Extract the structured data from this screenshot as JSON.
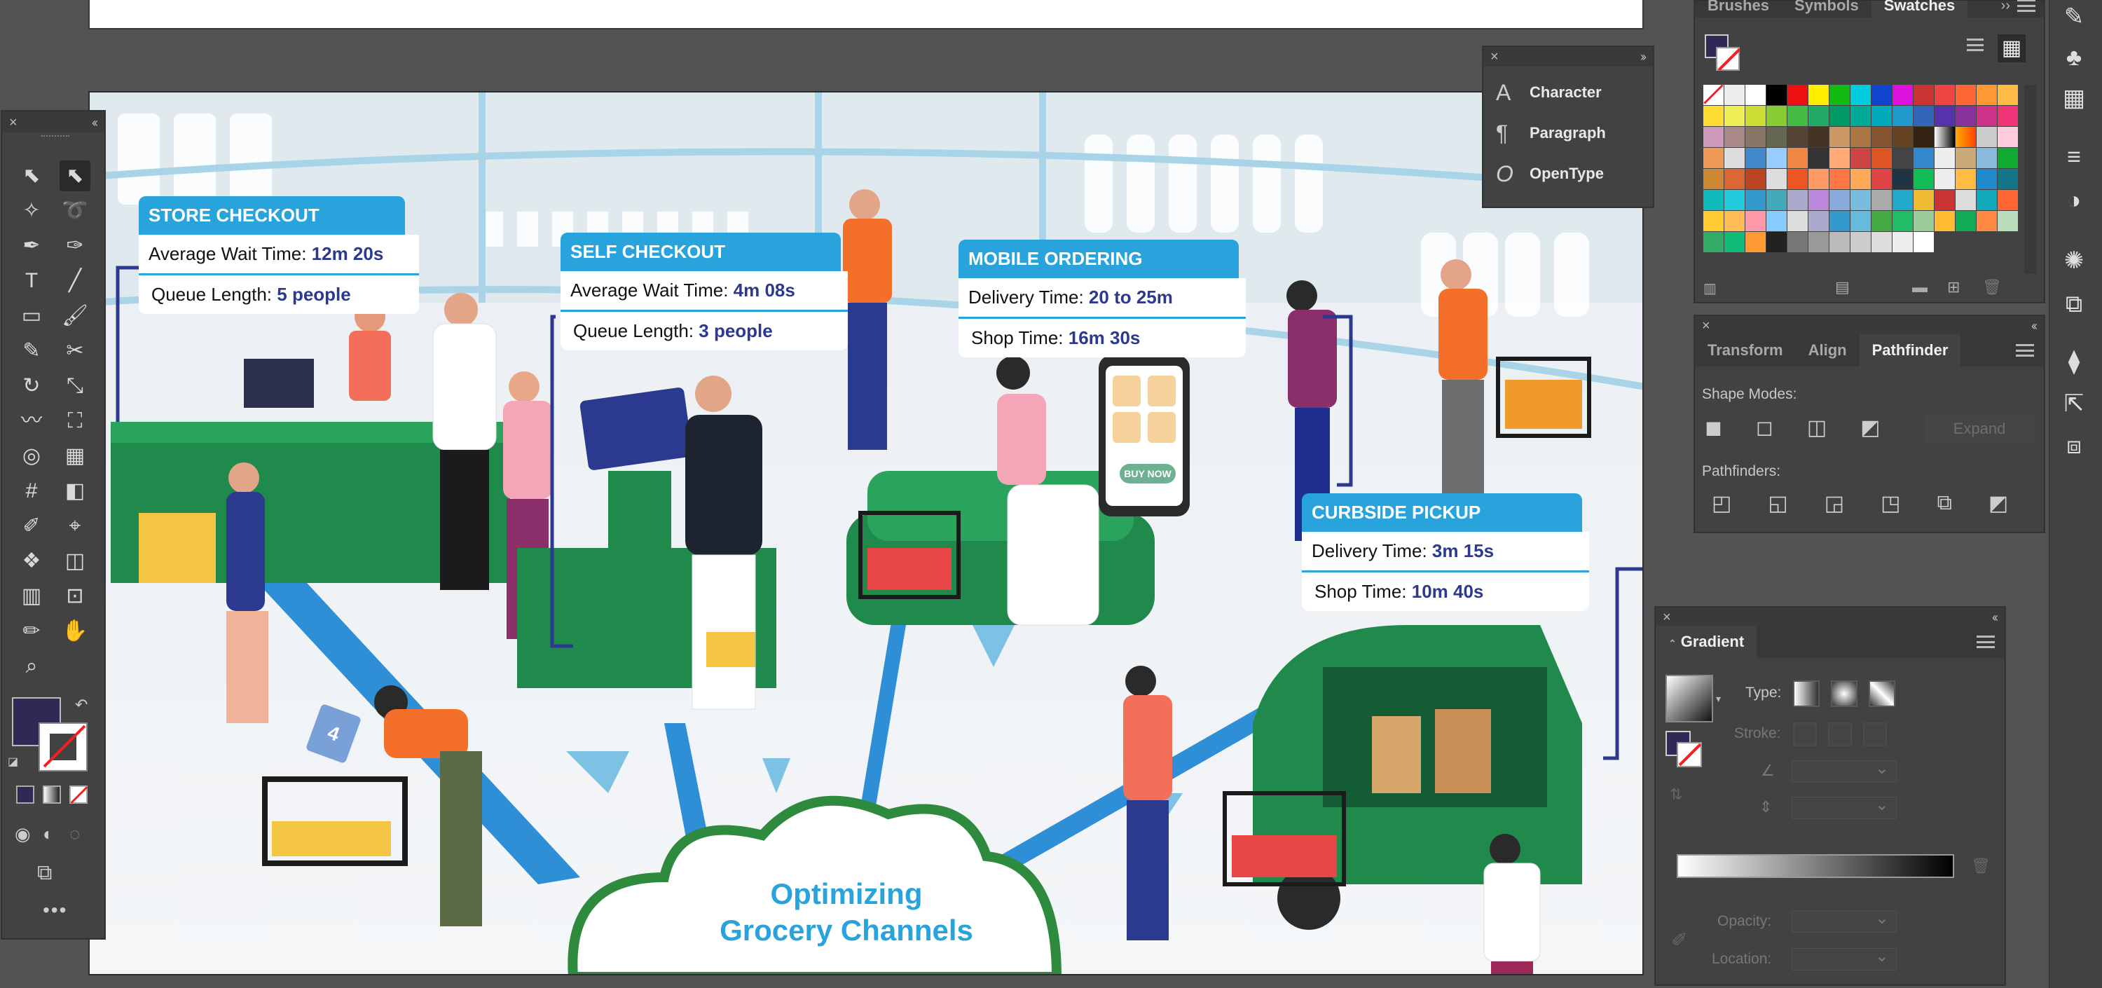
{
  "artboard": {
    "stats": [
      {
        "title": "STORE CHECKOUT",
        "row1_label": "Average Wait Time: ",
        "row1_value": "12m 20s",
        "row2_label": "Queue Length: ",
        "row2_value": "5 people"
      },
      {
        "title": "SELF CHECKOUT",
        "row1_label": "Average Wait Time: ",
        "row1_value": "4m 08s",
        "row2_label": "Queue Length: ",
        "row2_value": "3 people"
      },
      {
        "title": "MOBILE ORDERING",
        "row1_label": "Delivery Time: ",
        "row1_value": "20 to 25m",
        "row2_label": "Shop Time: ",
        "row2_value": "16m 30s"
      },
      {
        "title": "CURBSIDE PICKUP",
        "row1_label": "Delivery Time: ",
        "row1_value": "3m 15s",
        "row2_label": "Shop Time: ",
        "row2_value": "10m 40s"
      }
    ],
    "center_title_line1": "Optimizing",
    "center_title_line2": "Grocery Channels",
    "phone_button": "BUY NOW",
    "kiosk_cards": "4"
  },
  "char_panel": {
    "items": [
      "Character",
      "Paragraph",
      "OpenType"
    ]
  },
  "swatches_panel": {
    "tabs": [
      "Brushes",
      "Symbols",
      "Swatches"
    ]
  },
  "pathfinder_panel": {
    "tabs": [
      "Transform",
      "Align",
      "Pathfinder"
    ],
    "shape_modes": "Shape Modes:",
    "pathfinders": "Pathfinders:",
    "expand": "Expand"
  },
  "gradient_panel": {
    "title": "Gradient",
    "type": "Type:",
    "stroke": "Stroke:",
    "opacity": "Opacity:",
    "location": "Location:"
  },
  "colors": {
    "accent": "#29a3dc",
    "navy": "#2b3a8f",
    "green": "#1f8a4c",
    "fill": "#2e2a55"
  }
}
